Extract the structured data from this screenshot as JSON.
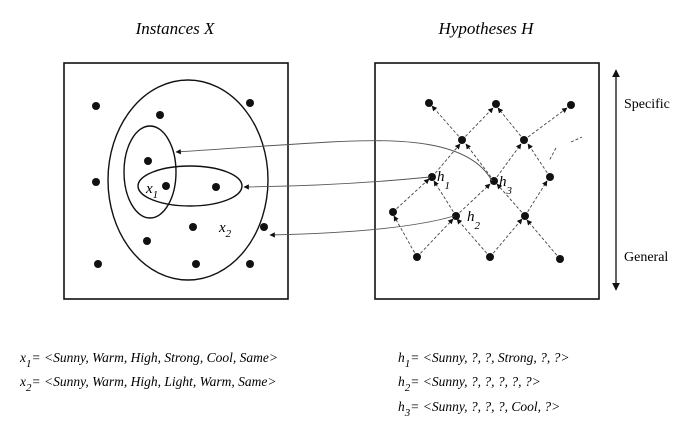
{
  "titles": {
    "instances": "Instances X",
    "hypotheses": "Hypotheses H"
  },
  "axis": {
    "top": "Specific",
    "bottom": "General"
  },
  "points": {
    "x1": {
      "main": "x",
      "sub": "1"
    },
    "x2": {
      "main": "x",
      "sub": "2"
    },
    "h1": {
      "main": "h",
      "sub": "1"
    },
    "h2": {
      "main": "h",
      "sub": "2"
    },
    "h3": {
      "main": "h",
      "sub": "3"
    }
  },
  "definitions": {
    "x1": {
      "main": "x",
      "sub": "1",
      "value": "= <Sunny, Warm, High, Strong, Cool, Same>"
    },
    "x2": {
      "main": "x",
      "sub": "2",
      "value": "= <Sunny, Warm, High, Light, Warm, Same>"
    },
    "h1": {
      "main": "h",
      "sub": "1",
      "value": "= <Sunny, ?, ?, Strong, ?, ?>"
    },
    "h2": {
      "main": "h",
      "sub": "2",
      "value": "= <Sunny, ?, ?, ?, ?, ?>"
    },
    "h3": {
      "main": "h",
      "sub": "3",
      "value": "= <Sunny, ?, ?, ?, Cool, ?>"
    }
  }
}
